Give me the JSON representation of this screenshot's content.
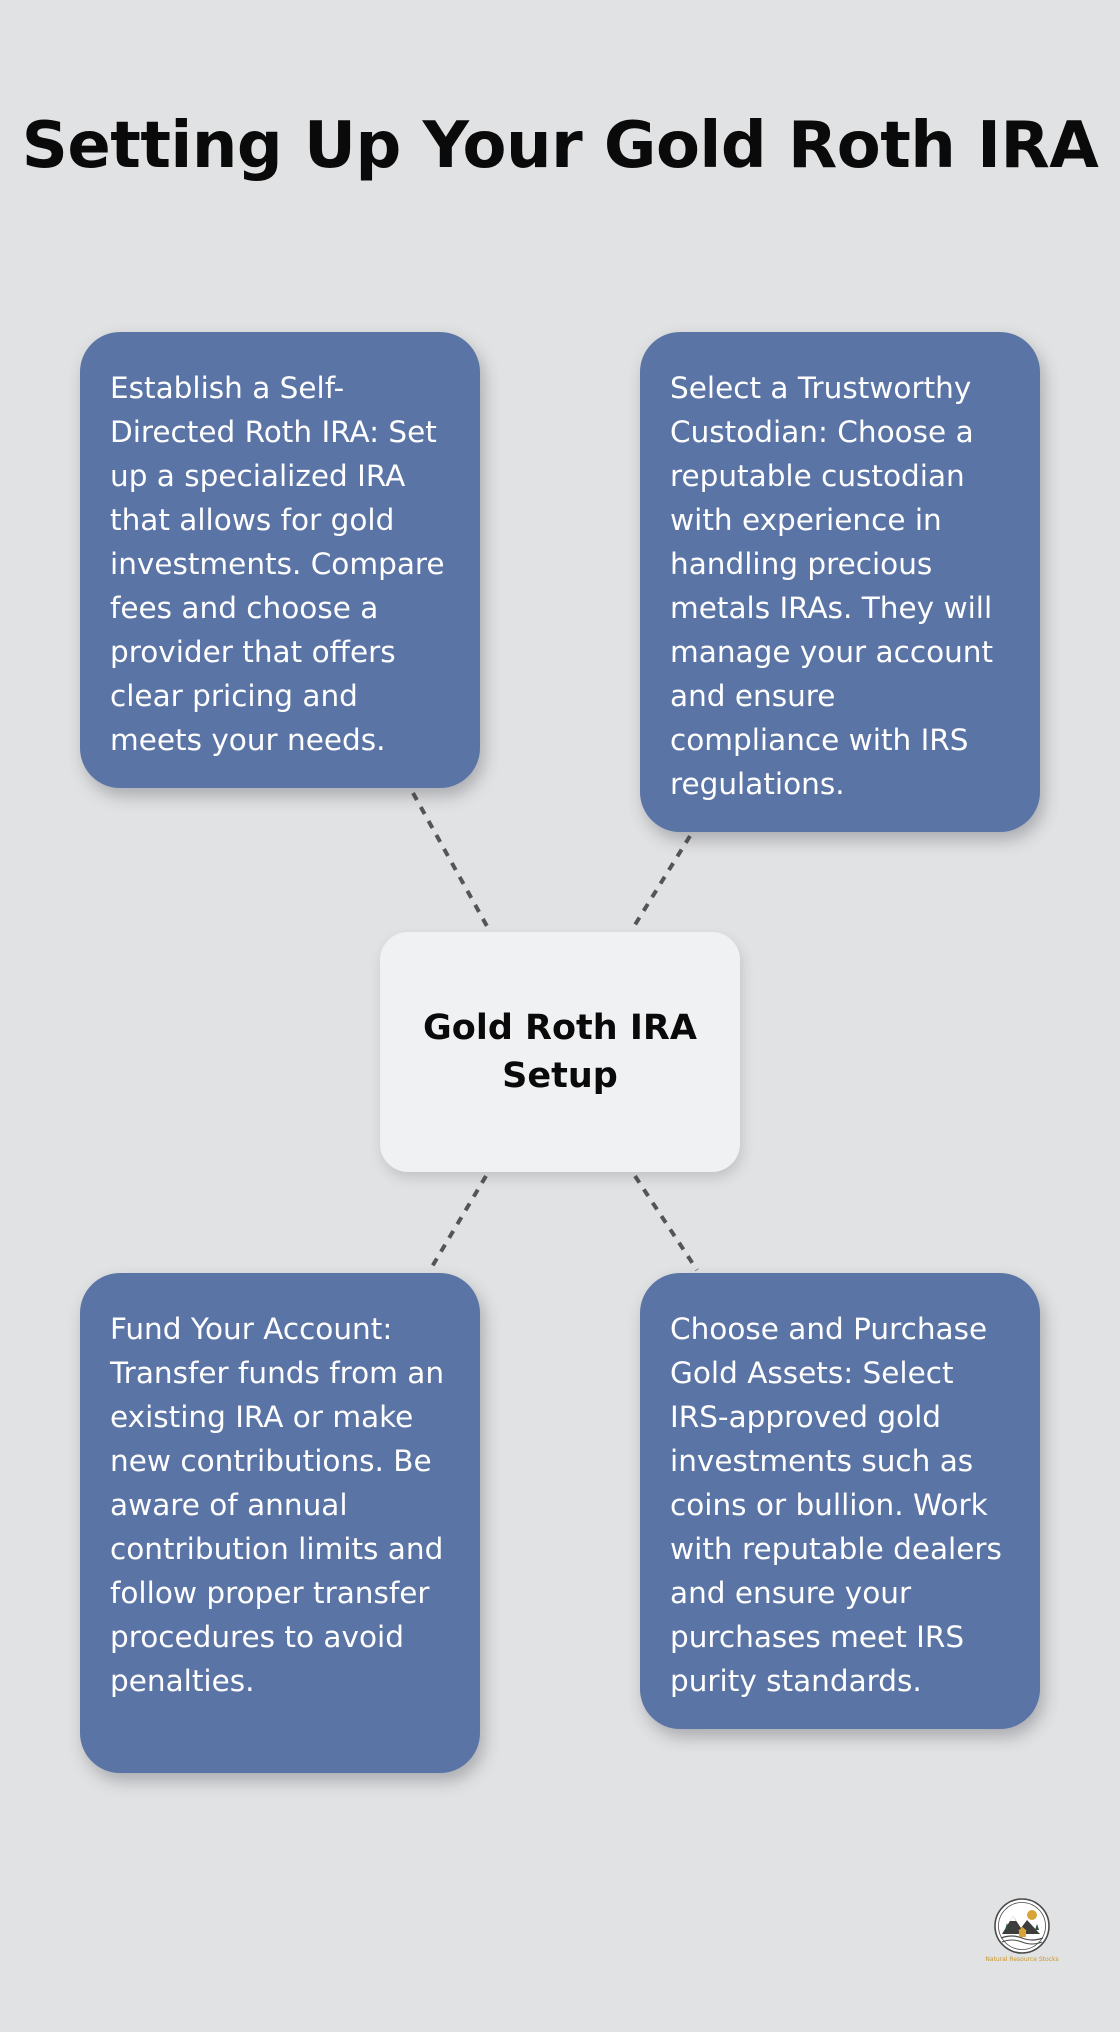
{
  "title": "Setting Up Your Gold Roth IRA",
  "center": {
    "label": "Gold Roth IRA Setup"
  },
  "steps": [
    {
      "text": "Establish a Self-Directed Roth IRA: Set up a specialized IRA that allows for gold investments. Compare fees and choose a provider that offers clear pricing and meets your needs."
    },
    {
      "text": "Select a Trustworthy Custodian: Choose a reputable custodian with experience in handling precious metals IRAs. They will manage your account and ensure compliance with IRS regulations."
    },
    {
      "text": "Fund Your Account: Transfer funds from an existing IRA or make new contributions. Be aware of annual contribution limits and follow proper transfer procedures to avoid penalties."
    },
    {
      "text": "Choose and Purchase Gold Assets: Select IRS-approved gold investments such as coins or bullion. Work with reputable dealers and ensure your purchases meet IRS purity standards."
    }
  ],
  "logo": {
    "text": "Natural Resource Stocks",
    "icon": "mountain-sun-emblem"
  },
  "colors": {
    "background": "#e1e2e3",
    "card": "#5b74a6",
    "center_box": "#f0f1f3",
    "title_text": "#0a0a0a",
    "card_text": "#ffffff",
    "connector": "#555555",
    "logo_accent": "#c9962c"
  }
}
